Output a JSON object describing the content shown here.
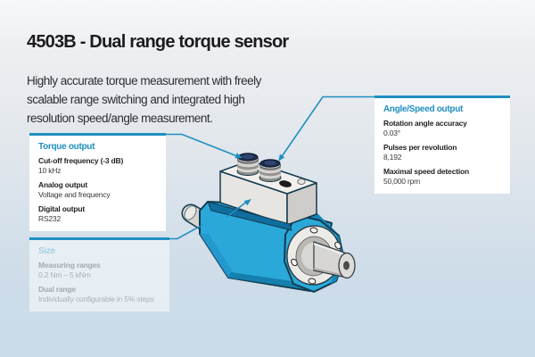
{
  "header": {
    "title": "4503B - Dual range torque sensor",
    "description_lines": [
      "Highly accurate torque measurement with freely",
      "scalable range switching and integrated high",
      "resolution speed/angle measurement."
    ]
  },
  "callouts": {
    "torque": {
      "title": "Torque output",
      "items": [
        {
          "label": "Cut-off frequency (-3 dB)",
          "value": "10 kHz"
        },
        {
          "label": "Analog output",
          "value": "Voltage and frequency"
        },
        {
          "label": "Digital output",
          "value": "RS232"
        }
      ]
    },
    "angle_speed": {
      "title": "Angle/Speed output",
      "items": [
        {
          "label": "Rotation angle accuracy",
          "value": "0.03°"
        },
        {
          "label": "Pulses per revolution",
          "value": "8,192"
        },
        {
          "label": "Maximal speed detection",
          "value": "50,000 rpm"
        }
      ]
    },
    "size": {
      "title": "Size",
      "items": [
        {
          "label": "Measuring ranges",
          "value": "0.2 Nm – 5 kNm"
        },
        {
          "label": "Dual range",
          "value": "Individually configurable in 5% steps"
        }
      ]
    }
  },
  "colors": {
    "accent_teal": "#1F8FC2",
    "sensor_body_blue": "#2BA8DA",
    "sensor_body_dark_blue": "#0F6E9E",
    "background_top": "#F2F3F5",
    "background_bottom": "#C9DAE9",
    "title_text": "#1C1C1E"
  }
}
